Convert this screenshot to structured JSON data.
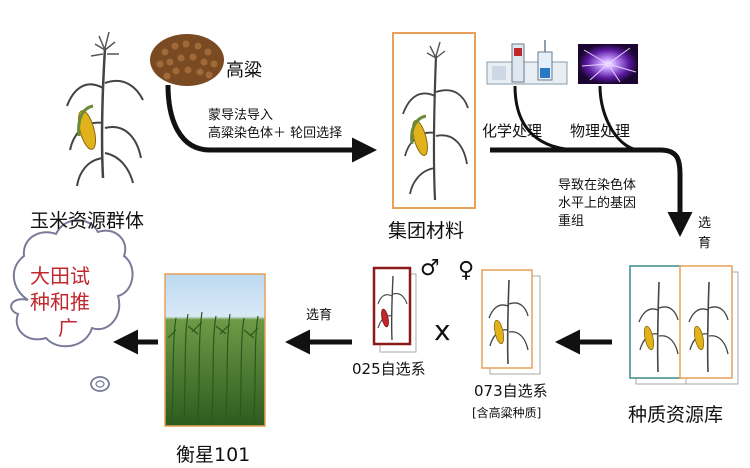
{
  "labels": {
    "maize_population": "玉米资源群体",
    "sorghum": "高粱",
    "arrow1_line1": "蒙导法导入",
    "arrow1_line2": "高粱染色体＋ 轮回选择",
    "group_material": "集团材料",
    "chemical": "化学处理",
    "physical": "物理处理",
    "recomb_line1": "导致在染色体",
    "recomb_line2": "水平上的基因",
    "recomb_line3": "重组",
    "select_vertical_1": "选",
    "select_vertical_2": "育",
    "germplasm": "种质资源库",
    "line_025": "025自选系",
    "line_073": "073自选系",
    "line_073_note": "[含高粱种质]",
    "male_symbol": "♂",
    "female_symbol": "♀",
    "cross": "x",
    "select_left": "选育",
    "hengxing": "衡星101",
    "cloud_line1": "大田试",
    "cloud_line2": "种和推",
    "cloud_line3": "广"
  },
  "colors": {
    "arrow": "#111111",
    "cloud_border": "#7a7a9a",
    "cloud_text": "#c0282e",
    "frame_orange": "#e8a15a",
    "frame_red": "#8b1a1a",
    "frame_teal": "#3a8a8a",
    "sorghum_grain": "#7a4a22",
    "corn_cob": "#e2b21a",
    "leaf": "#6b8a3a",
    "field_green": "#3f7a2c",
    "sky": "#b7d6ef",
    "plasma": "#7a2fc8"
  }
}
